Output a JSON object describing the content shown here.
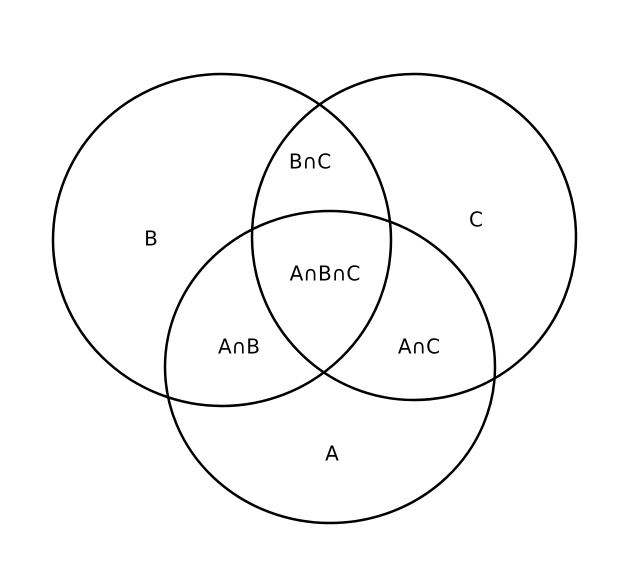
{
  "diagram": {
    "type": "venn-3",
    "line_color": "#000000",
    "background": "#ffffff",
    "sets": {
      "A": {
        "label": "A"
      },
      "B": {
        "label": "B"
      },
      "C": {
        "label": "C"
      }
    },
    "regions": {
      "a_and_b": "A∩B",
      "a_and_c": "A∩C",
      "b_and_c": "B∩C",
      "a_and_b_and_c": "A∩B∩C"
    }
  }
}
